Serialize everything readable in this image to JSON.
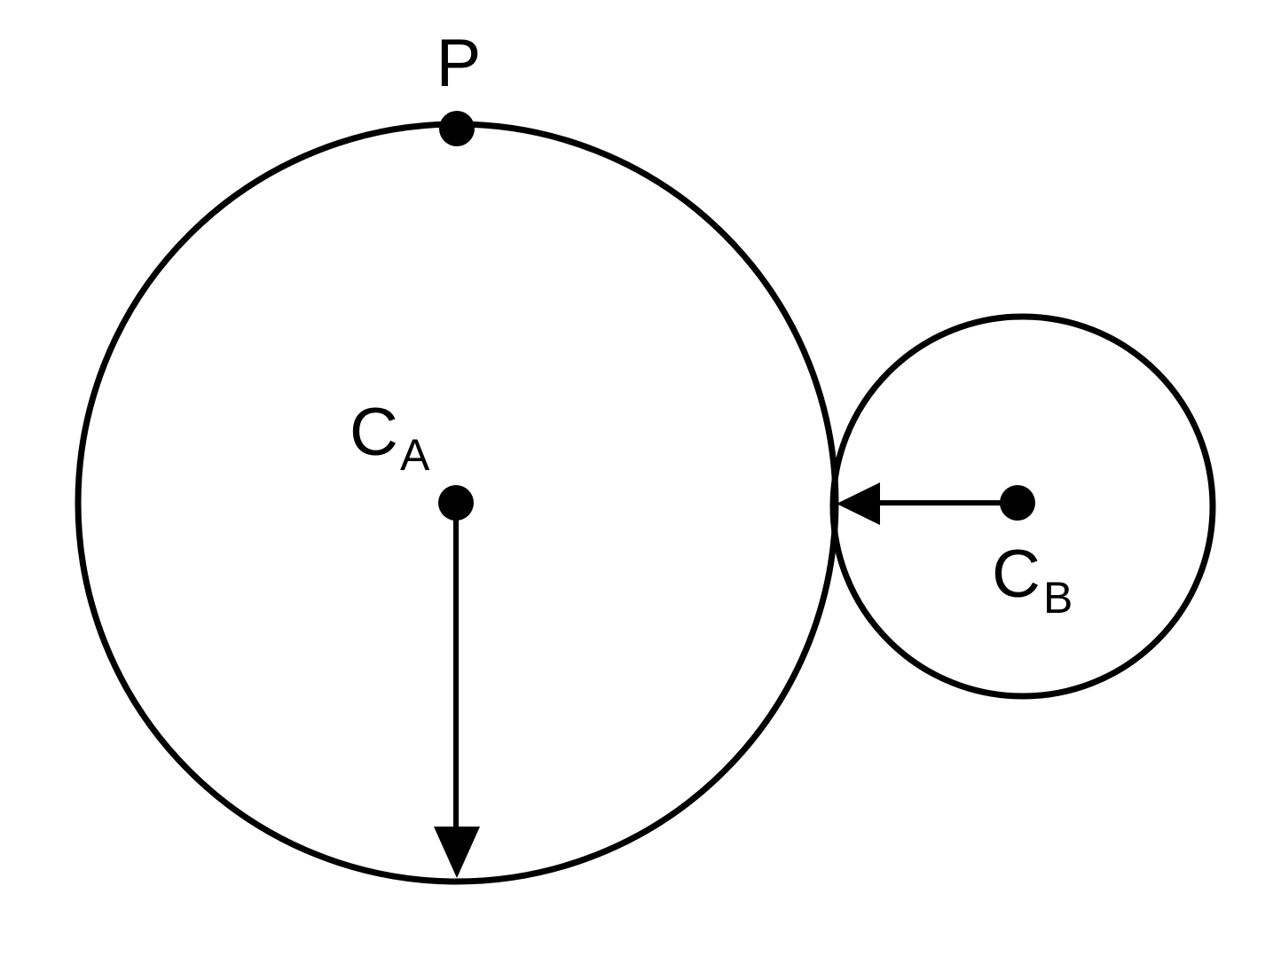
{
  "diagram": {
    "stroke_color": "#000000",
    "background_color": "#ffffff",
    "labels": {
      "point_p": "P",
      "center_a_main": "C",
      "center_a_sub": "A",
      "center_b_main": "C",
      "center_b_sub": "B"
    }
  }
}
